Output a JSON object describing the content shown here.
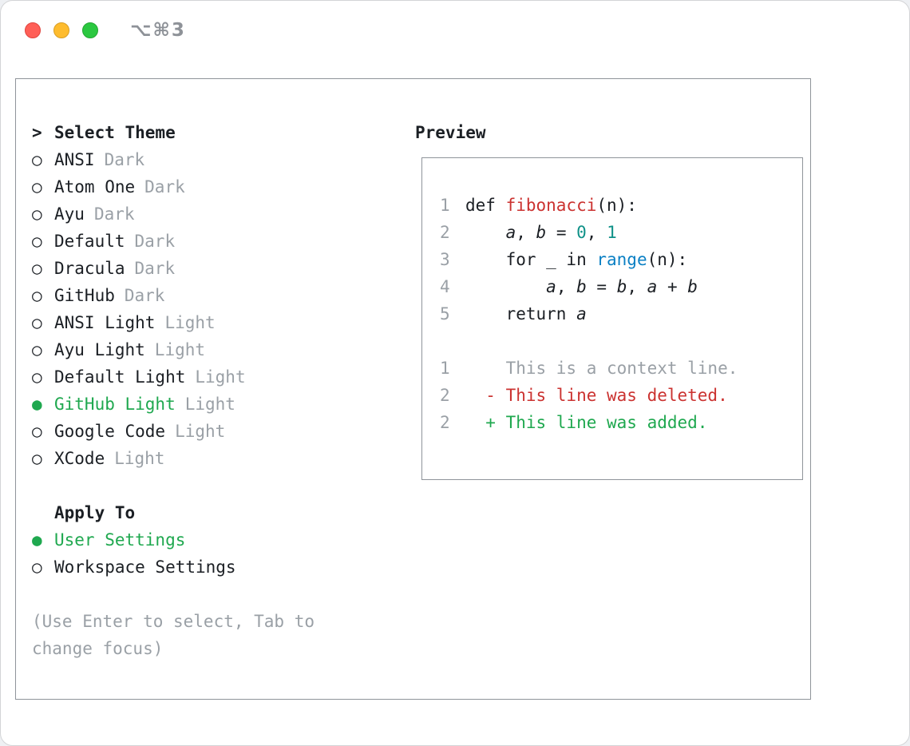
{
  "window": {
    "title": "⌥⌘3"
  },
  "colors": {
    "text": "#1b1f24",
    "gray": "#9aa0a6",
    "green": "#1fa84f",
    "red": "#cb3230",
    "blue": "#0b80c4",
    "teal": "#0f9188"
  },
  "theme_picker": {
    "prompt": ">",
    "header": "Select Theme",
    "items": [
      {
        "name": "ANSI",
        "variant": "Dark",
        "selected": false
      },
      {
        "name": "Atom One",
        "variant": "Dark",
        "selected": false
      },
      {
        "name": "Ayu",
        "variant": "Dark",
        "selected": false
      },
      {
        "name": "Default",
        "variant": "Dark",
        "selected": false
      },
      {
        "name": "Dracula",
        "variant": "Dark",
        "selected": false
      },
      {
        "name": "GitHub",
        "variant": "Dark",
        "selected": false
      },
      {
        "name": "ANSI Light",
        "variant": "Light",
        "selected": false
      },
      {
        "name": "Ayu Light",
        "variant": "Light",
        "selected": false
      },
      {
        "name": "Default Light",
        "variant": "Light",
        "selected": false
      },
      {
        "name": "GitHub Light",
        "variant": "Light",
        "selected": true
      },
      {
        "name": "Google Code",
        "variant": "Light",
        "selected": false
      },
      {
        "name": "XCode",
        "variant": "Light",
        "selected": false
      }
    ]
  },
  "apply_to": {
    "header": "Apply To",
    "items": [
      {
        "label": "User Settings",
        "selected": true
      },
      {
        "label": "Workspace Settings",
        "selected": false
      }
    ]
  },
  "hint": "(Use Enter to select, Tab to change focus)",
  "preview": {
    "header": "Preview",
    "lines": [
      {
        "num": "1",
        "tokens": [
          {
            "text": "def ",
            "style": "plain"
          },
          {
            "text": "fibonacci",
            "style": "red"
          },
          {
            "text": "(n):",
            "style": "plain"
          }
        ]
      },
      {
        "num": "2",
        "tokens": [
          {
            "text": "    ",
            "style": "plain"
          },
          {
            "text": "a",
            "style": "italic"
          },
          {
            "text": ", ",
            "style": "plain"
          },
          {
            "text": "b",
            "style": "italic"
          },
          {
            "text": " = ",
            "style": "plain"
          },
          {
            "text": "0",
            "style": "teal"
          },
          {
            "text": ", ",
            "style": "plain"
          },
          {
            "text": "1",
            "style": "teal"
          }
        ]
      },
      {
        "num": "3",
        "tokens": [
          {
            "text": "    for _ in ",
            "style": "plain"
          },
          {
            "text": "range",
            "style": "blue"
          },
          {
            "text": "(n):",
            "style": "plain"
          }
        ]
      },
      {
        "num": "4",
        "tokens": [
          {
            "text": "        ",
            "style": "plain"
          },
          {
            "text": "a",
            "style": "italic"
          },
          {
            "text": ", ",
            "style": "plain"
          },
          {
            "text": "b",
            "style": "italic"
          },
          {
            "text": " = ",
            "style": "plain"
          },
          {
            "text": "b",
            "style": "italic"
          },
          {
            "text": ", ",
            "style": "plain"
          },
          {
            "text": "a",
            "style": "italic"
          },
          {
            "text": " + ",
            "style": "plain"
          },
          {
            "text": "b",
            "style": "italic"
          }
        ]
      },
      {
        "num": "5",
        "tokens": [
          {
            "text": "    return ",
            "style": "plain"
          },
          {
            "text": "a",
            "style": "italic"
          }
        ]
      },
      {
        "num": "",
        "tokens": []
      },
      {
        "num": "1",
        "tokens": [
          {
            "text": "    This is a context line.",
            "style": "gray"
          }
        ]
      },
      {
        "num": "2",
        "tokens": [
          {
            "text": "  - This line was deleted.",
            "style": "red"
          }
        ]
      },
      {
        "num": "2",
        "tokens": [
          {
            "text": "  + This line was added.",
            "style": "green"
          }
        ]
      }
    ]
  }
}
